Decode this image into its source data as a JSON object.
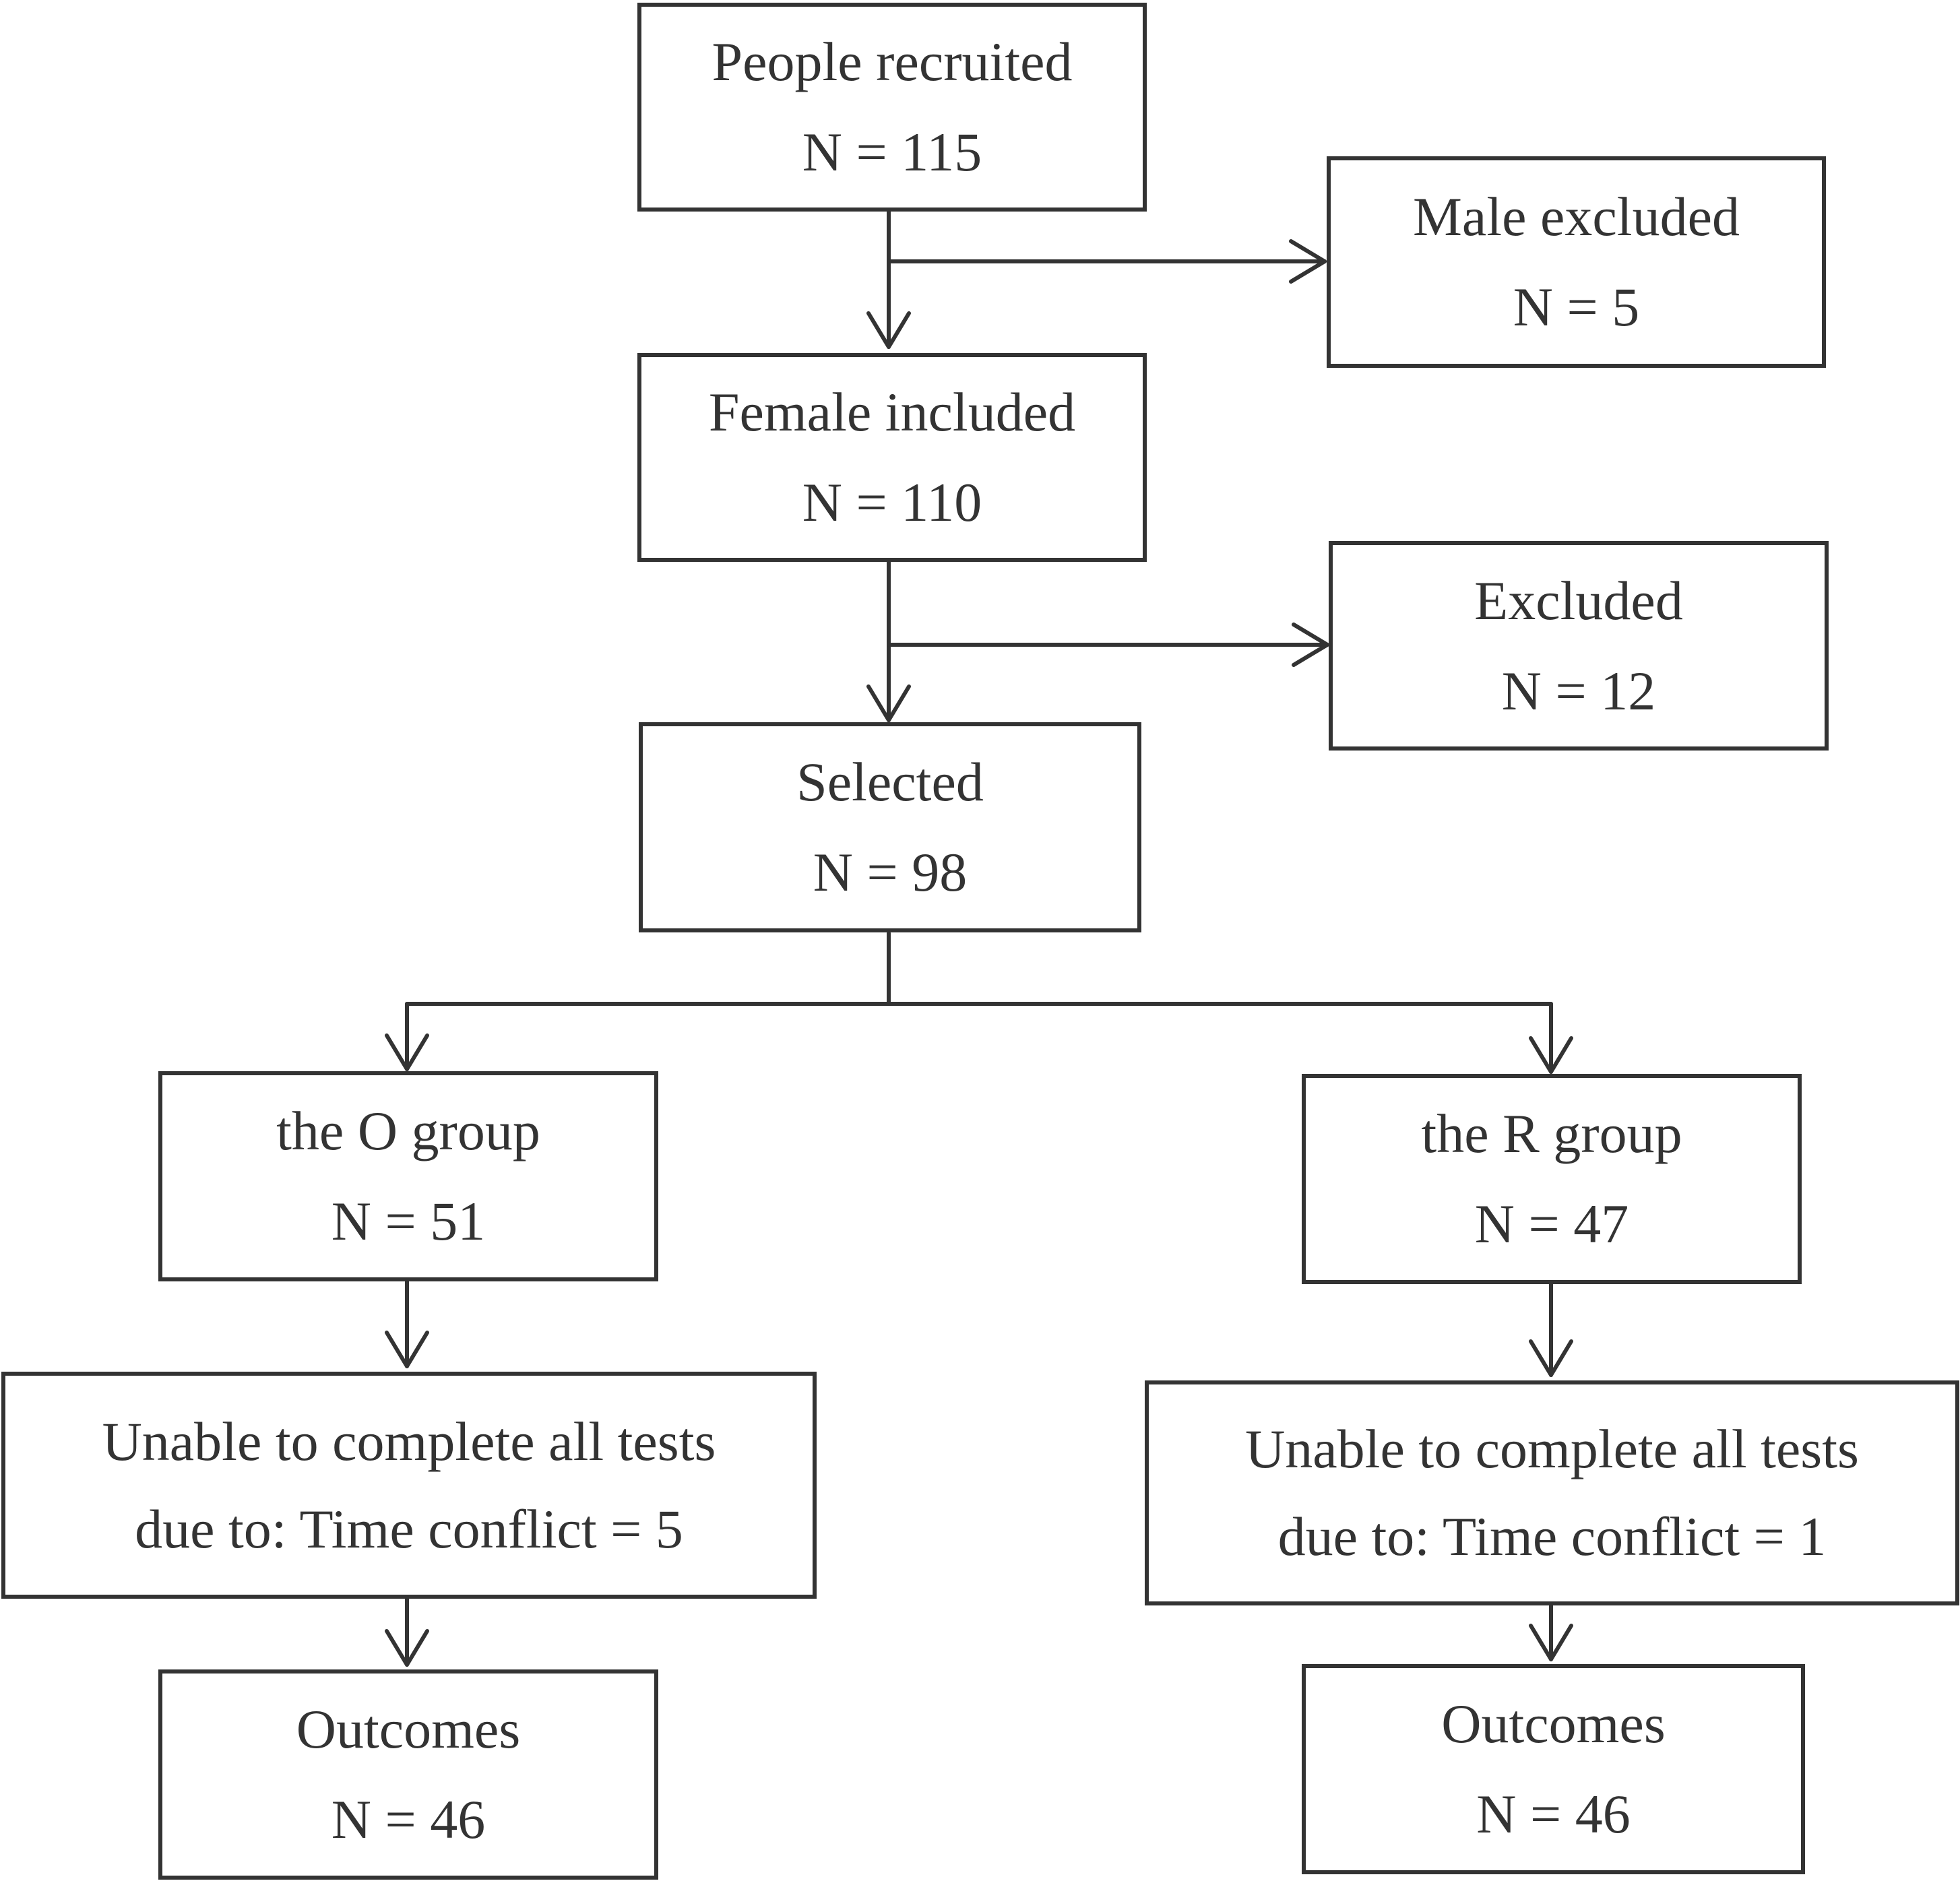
{
  "nodes": {
    "recruited": {
      "title": "People recruited",
      "count": "N = 115"
    },
    "male_excluded": {
      "title": "Male excluded",
      "count": "N = 5"
    },
    "female_included": {
      "title": "Female included",
      "count": "N = 110"
    },
    "excluded": {
      "title": "Excluded",
      "count": "N = 12"
    },
    "selected": {
      "title": "Selected",
      "count": "N = 98"
    },
    "o_group": {
      "title": "the O group",
      "count": "N = 51"
    },
    "r_group": {
      "title": "the R group",
      "count": "N = 47"
    },
    "o_unable": {
      "line1": "Unable to complete all tests",
      "line2": "due to: Time conflict = 5"
    },
    "r_unable": {
      "line1": "Unable to complete all tests",
      "line2": "due to: Time conflict = 1"
    },
    "o_outcomes": {
      "title": "Outcomes",
      "count": "N = 46"
    },
    "r_outcomes": {
      "title": "Outcomes",
      "count": "N = 46"
    }
  },
  "colors": {
    "line": "#333333",
    "text": "#333333",
    "background": "#ffffff"
  }
}
